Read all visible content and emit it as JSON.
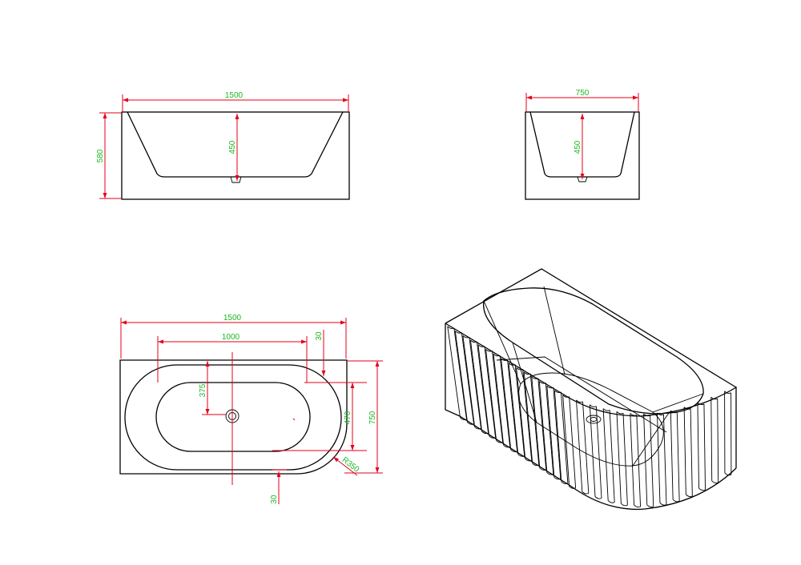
{
  "colors": {
    "outline": "#000000",
    "dimension_line": "#e4001b",
    "dimension_text": "#19b91f",
    "background": "#ffffff"
  },
  "views": {
    "front": {
      "name": "front-elevation",
      "width": "1500",
      "height": "580",
      "depth": "450"
    },
    "side": {
      "name": "side-elevation",
      "width": "750",
      "depth": "450"
    },
    "plan": {
      "name": "plan-view",
      "length": "1500",
      "inner_length": "1000",
      "offset_top": "30",
      "offset_bottom": "30",
      "drain_offset": "375",
      "inner_width": "470",
      "width": "750",
      "radius": "R350"
    },
    "iso": {
      "name": "isometric-view",
      "flutes": 28
    }
  }
}
